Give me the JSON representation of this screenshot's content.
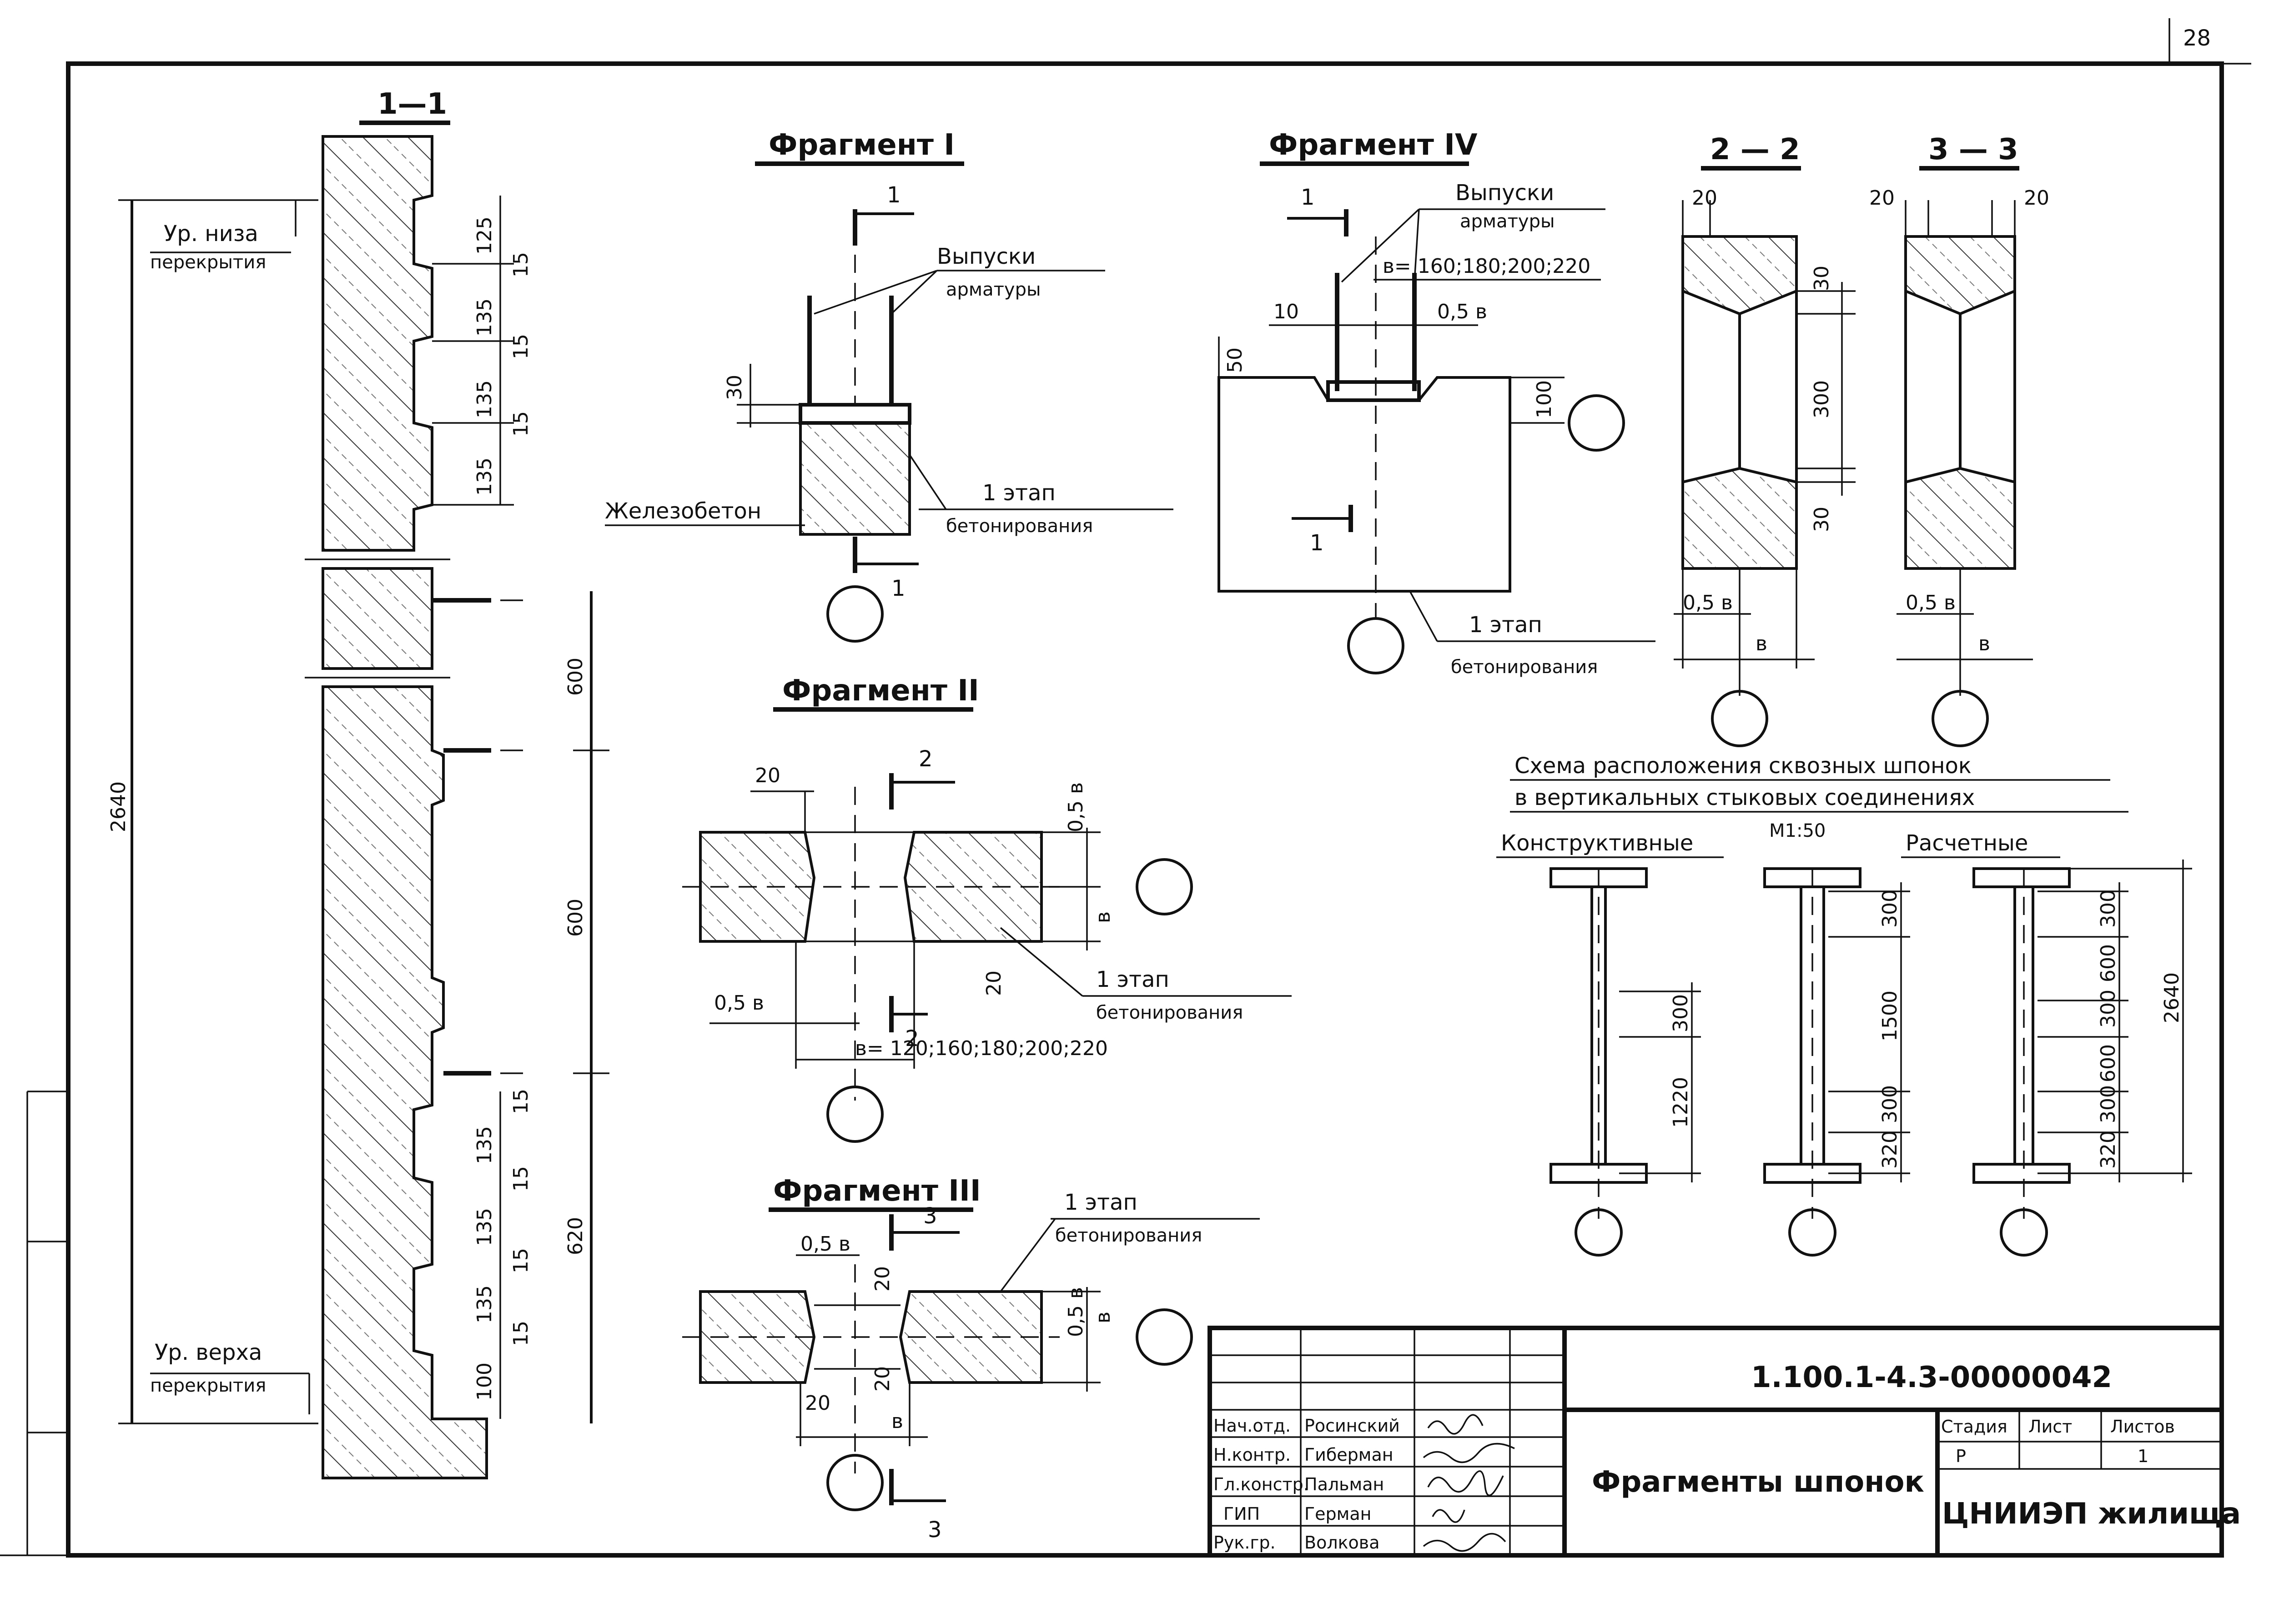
{
  "page_number": "28",
  "section_1_1": {
    "title": "1—1",
    "level_bottom": [
      "Ур. низа",
      "перекрытия"
    ],
    "level_top": [
      "Ур. верха",
      "перекрытия"
    ],
    "dims_top": [
      "125",
      "15",
      "135",
      "15",
      "135",
      "15",
      "135"
    ],
    "dims_bottom": [
      "15",
      "135",
      "15",
      "135",
      "15",
      "135",
      "15",
      "100"
    ],
    "dims_right": [
      "600",
      "600",
      "620"
    ],
    "total": "2640"
  },
  "fragment_1": {
    "title": "Фрагмент I",
    "cut": "1",
    "outlets": [
      "Выпуски",
      "арматуры"
    ],
    "dim_30": "30",
    "material": "Железобетон",
    "stage": [
      "1 этап",
      "бетонирования"
    ]
  },
  "fragment_2": {
    "title": "Фрагмент II",
    "cut": "2",
    "dims": [
      "20",
      "0,5 в",
      "в",
      "20",
      "0,5 в"
    ],
    "b_values": "в= 120;160;180;200;220",
    "stage": [
      "1 этап",
      "бетонирования"
    ]
  },
  "fragment_3": {
    "title": "Фрагмент III",
    "cut": "3",
    "dims": [
      "0,5 в",
      "20",
      "20",
      "0,5 в",
      "в",
      "20",
      "в"
    ],
    "stage": [
      "1 этап",
      "бетонирования"
    ]
  },
  "fragment_4": {
    "title": "Фрагмент IV",
    "cut": "1",
    "outlets": [
      "Выпуски",
      "арматуры"
    ],
    "b_values": "в= 160;180;200;220",
    "dims": [
      "10",
      "0,5 в",
      "50",
      "100"
    ],
    "stage": [
      "1 этап",
      "бетонирования"
    ]
  },
  "section_2_2": {
    "title": "2 — 2",
    "dims": [
      "20",
      "30",
      "300",
      "30",
      "0,5 в",
      "в"
    ]
  },
  "section_3_3": {
    "title": "3 — 3",
    "dims": [
      "20",
      "20",
      "0,5 в",
      "в"
    ]
  },
  "scheme": {
    "title_line1": "Схема расположения сквозных шпонок",
    "title_line2": "в вертикальных стыковых соединениях",
    "scale": "М1:50",
    "label_constructive": "Конструктивные",
    "label_calculated": "Расчетные",
    "dims_constructive": [
      "300",
      "1220"
    ],
    "dims_middle": [
      "300",
      "1500",
      "300",
      "320"
    ],
    "dims_calculated": [
      "300",
      "600",
      "300",
      "600",
      "300",
      "320",
      "2640"
    ]
  },
  "title_block": {
    "code": "1.100.1-4.3-00000042",
    "sheet_title": "Фрагменты шпонок",
    "rows": [
      {
        "role": "Нач.отд.",
        "name": "Росинский"
      },
      {
        "role": "Н.контр.",
        "name": "Гиберман"
      },
      {
        "role": "Гл.констр.",
        "name": "Пальман"
      },
      {
        "role": "ГИП",
        "name": "Герман"
      },
      {
        "role": "Рук.гр.",
        "name": "Волкова"
      }
    ],
    "stage_header": "Стадия",
    "sheet_header": "Лист",
    "sheets_header": "Листов",
    "stage_value": "Р",
    "sheets_value": "1",
    "organization": "ЦНИИЭП жилища"
  }
}
